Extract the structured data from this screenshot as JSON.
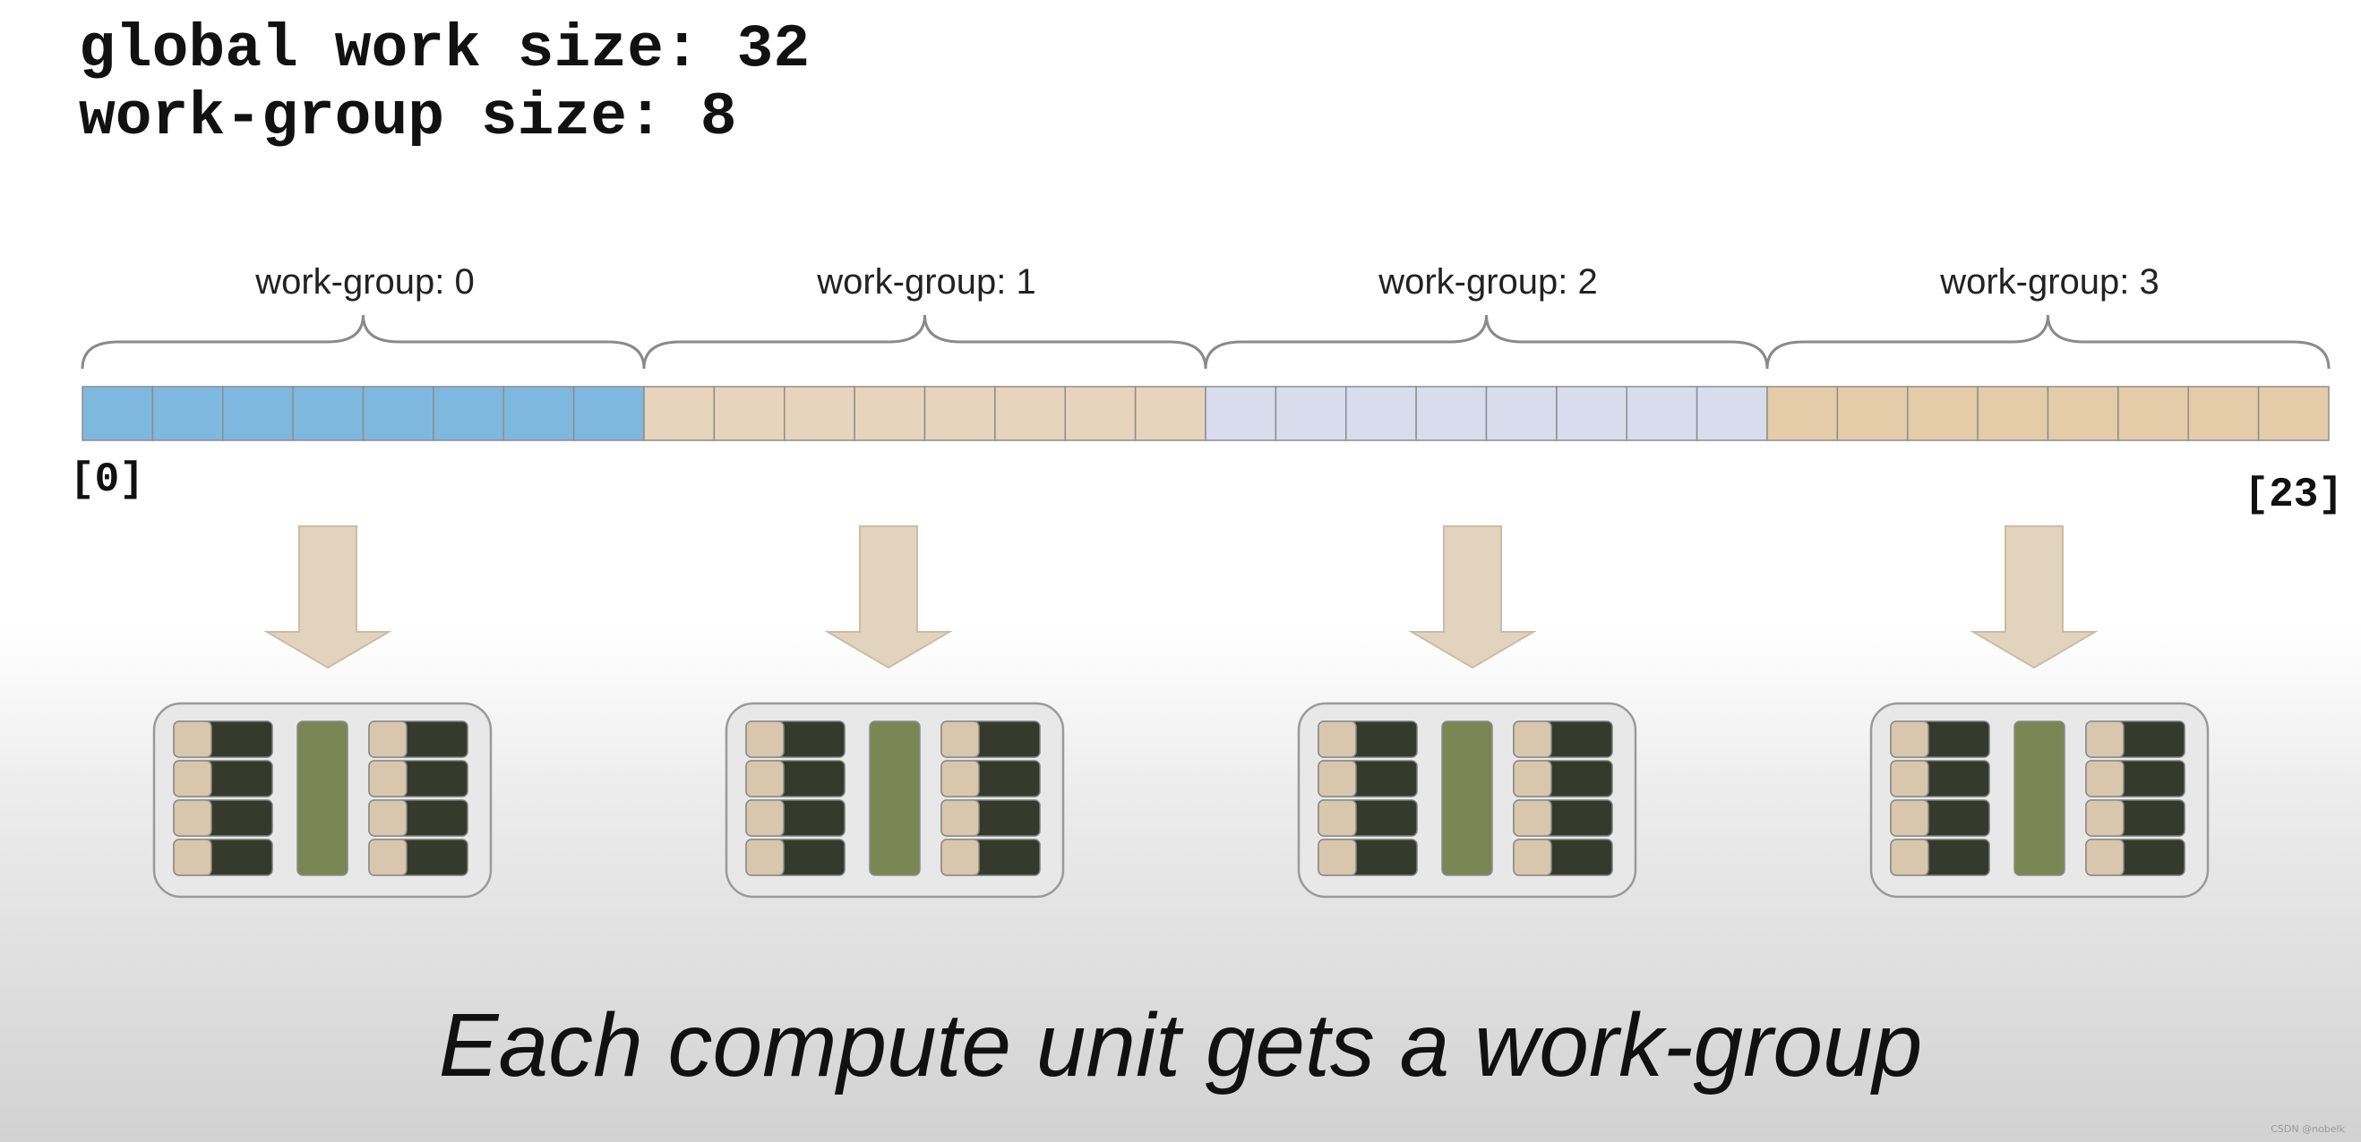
{
  "header": {
    "global_work_size": "global work size: 32",
    "work_group_size": "work-group size: 8"
  },
  "work_groups": [
    {
      "label": "work-group: 0",
      "color": "#7fb8de",
      "item_count": 8
    },
    {
      "label": "work-group: 1",
      "color": "#e6d4bc",
      "item_count": 8
    },
    {
      "label": "work-group: 2",
      "color": "#d9dcec",
      "item_count": 8
    },
    {
      "label": "work-group: 3",
      "color": "#e4cca8",
      "item_count": 8
    }
  ],
  "index_labels": {
    "first": "[0]",
    "last": "[23]"
  },
  "colors": {
    "arrow": "#e2d3be",
    "compute_unit_bg": "#e8e8e8",
    "processing_element_dark": "#353a2c",
    "processing_element_light": "#d8c7ad",
    "local_memory": "#7c8654"
  },
  "caption": "Each compute unit gets a work-group",
  "watermark": "CSDN @nobelk"
}
